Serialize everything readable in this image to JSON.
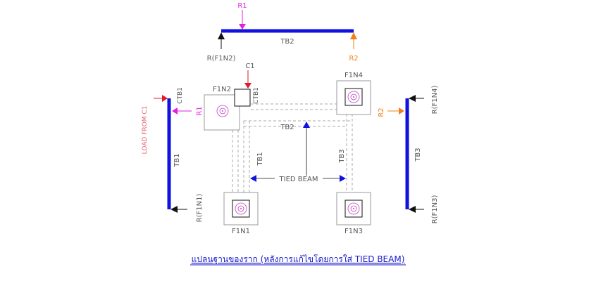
{
  "top_beam": {
    "label": "TB2",
    "load_label": "R1",
    "left_support_label": "R(F1N2)",
    "right_support_label": "R2"
  },
  "left_beam": {
    "label": "TB1",
    "top_label": "CTB1",
    "load_label": "R1",
    "side_label": "LOAD FROM C1",
    "bottom_label": "R(F1N1)"
  },
  "right_beam": {
    "label": "TB3",
    "load_label": "R2",
    "top_label": "R(F1N4)",
    "bottom_label": "R(F1N3)"
  },
  "plan": {
    "column_label": "C1",
    "footings": {
      "f1n2": "F1N2",
      "f1n4": "F1N4",
      "f1n1": "F1N1",
      "f1n3": "F1N3"
    },
    "beam_labels": {
      "ctb1": "CTB1",
      "tb2": "TB2",
      "tb1": "TB1",
      "tb3": "TB3",
      "tied": "TIED BEAM"
    }
  },
  "caption": "แปลนฐานของราก (หลังการแก้ไขโดยการใส่ TIED BEAM)",
  "colors": {
    "beam": "#1212e0",
    "load_magenta": "#e020e0",
    "load_orange": "#f0801a",
    "load_red": "#e01a2a",
    "support": "#111111",
    "plan_dash": "#aaaaaa",
    "footing_circle": "#c040c0",
    "caption": "#1a1acc"
  }
}
